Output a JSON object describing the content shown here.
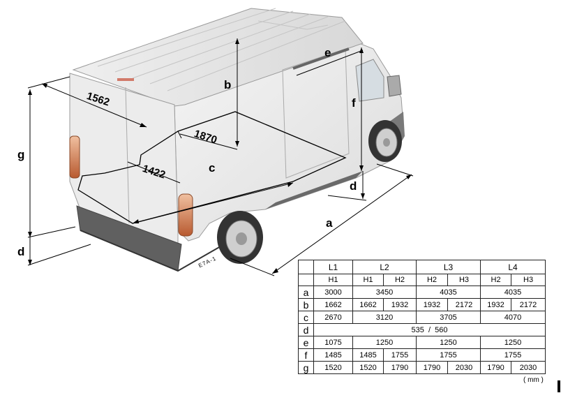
{
  "diagram": {
    "dimension_labels": {
      "a": "a",
      "b": "b",
      "c": "c",
      "d_front": "d",
      "d_rear": "d",
      "e": "e",
      "f": "f",
      "g": "g"
    },
    "measurements": {
      "roof_width": "1562",
      "floor_width": "1870",
      "between_wheel_arches": "1422"
    },
    "drawing_code": "E7A-1"
  },
  "table": {
    "lengths": [
      "L1",
      "L2",
      "L3",
      "L4"
    ],
    "heights": [
      "H1",
      "H1",
      "H2",
      "H2",
      "H3",
      "H2",
      "H3"
    ],
    "rows": [
      {
        "label": "a",
        "cells": [
          "3000",
          "3450",
          "4035",
          "4035"
        ]
      },
      {
        "label": "b",
        "cells": [
          "1662",
          "1662",
          "1932",
          "1932",
          "2172",
          "1932",
          "2172"
        ]
      },
      {
        "label": "c",
        "cells": [
          "2670",
          "3120",
          "3705",
          "4070"
        ]
      },
      {
        "label": "d",
        "cells": [
          "535  /  560"
        ]
      },
      {
        "label": "e",
        "cells": [
          "1075",
          "1250",
          "1250",
          "1250"
        ]
      },
      {
        "label": "f",
        "cells": [
          "1485",
          "1485",
          "1755",
          "1755",
          "1755"
        ]
      },
      {
        "label": "g",
        "cells": [
          "1520",
          "1520",
          "1790",
          "1790",
          "2030",
          "1790",
          "2030"
        ]
      }
    ],
    "unit": "( mm )"
  }
}
